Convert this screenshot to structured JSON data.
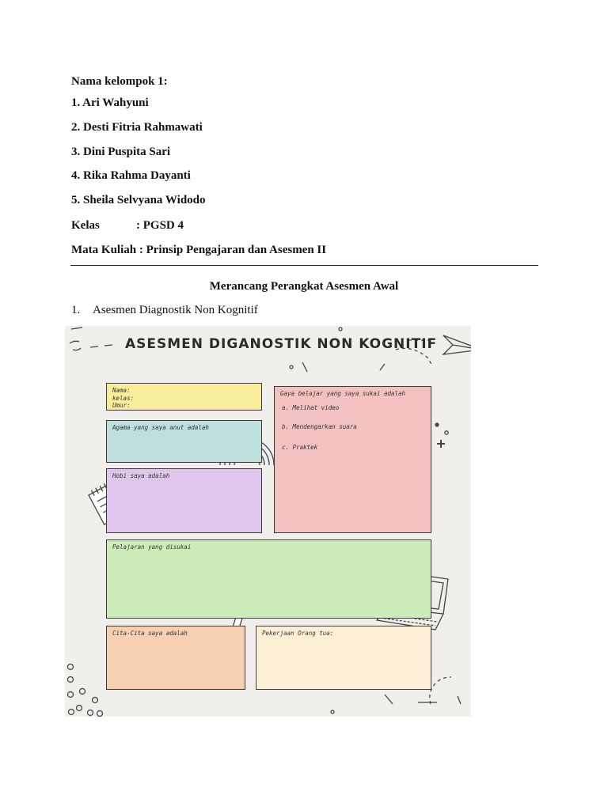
{
  "header": {
    "group_label": "Nama kelompok 1:",
    "members": [
      "1. Ari Wahyuni",
      "2. Desti Fitria Rahmawati",
      "3. Dini Puspita Sari",
      "4. Rika Rahma Dayanti",
      "5. Sheila Selvyana Widodo"
    ],
    "kelas_label": "Kelas",
    "kelas_value": ": PGSD 4",
    "matkul": "Mata Kuliah : Prinsip Pengajaran dan Asesmen II"
  },
  "section_title": "Merancang Perangkat Asesmen Awal",
  "item": {
    "number": "1.",
    "text": "Asesmen Diagnostik Non Kognitif"
  },
  "worksheet": {
    "title": "ASESMEN DIGANOSTIK NON KOGNITIF",
    "identity": {
      "nama": "Nama:",
      "kelas": "kelas:",
      "umur": "Umur:"
    },
    "agama": "Agama yang saya anut  adalah",
    "hobi": "Hobi saya adalah",
    "gaya_belajar": {
      "label": "Gaya belajar yang saya sukai adalah",
      "options": [
        "a. Melihat video",
        "b. Mendengarkan suara",
        "c. Praktek"
      ]
    },
    "pelajaran": "Pelajaran yang disukai",
    "cita_cita": "Cita-Cita saya adalah",
    "pekerjaan": "Pekerjaan Orang tua:"
  }
}
